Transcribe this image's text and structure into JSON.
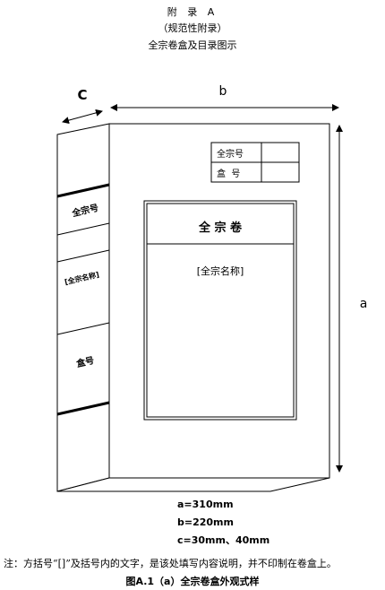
{
  "header": {
    "appendix": "附 录 A",
    "normative": "（规范性附录）",
    "caption": "全宗卷盒及目录图示"
  },
  "dimension_labels": {
    "a": "a",
    "b": "b",
    "c": "C"
  },
  "spine": {
    "label_top": "全宗号",
    "label_middle": "[全宗名称]",
    "label_bottom": "盒号"
  },
  "front": {
    "table_row1": "全宗号",
    "table_row2": "盒  号",
    "label_title": "全 宗 卷",
    "label_name": "[全宗名称]"
  },
  "specs": {
    "a": "a=310mm",
    "b": "b=220mm",
    "c": "c=30mm、40mm"
  },
  "note": "注：方括号“[]”及括号内的文字，是该处填写内容说明，并不印制在卷盒上。",
  "figure_caption": "图A.1（a）全宗卷盒外观式样"
}
